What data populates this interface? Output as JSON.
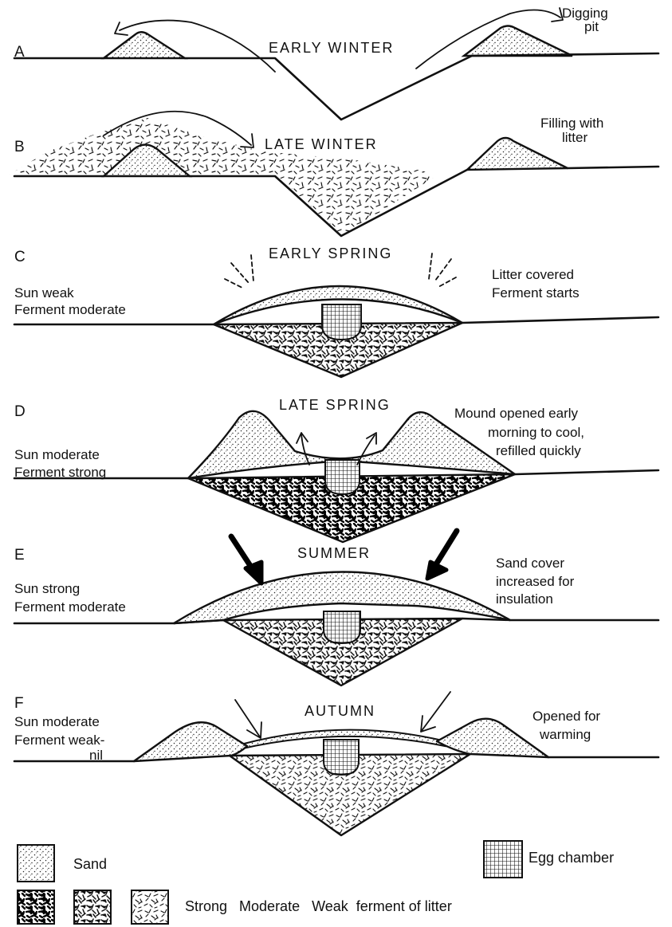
{
  "panels": [
    {
      "letter": "A",
      "title": "EARLY WINTER",
      "left_note": [],
      "right_note": [
        "Digging",
        "pit"
      ]
    },
    {
      "letter": "B",
      "title": "LATE WINTER",
      "left_note": [],
      "right_note": [
        "Filling with",
        "litter"
      ]
    },
    {
      "letter": "C",
      "title": "EARLY SPRING",
      "left_note": [
        "Sun weak",
        "Ferment moderate"
      ],
      "right_note": [
        "Litter covered",
        "Ferment starts"
      ]
    },
    {
      "letter": "D",
      "title": "LATE SPRING",
      "left_note": [
        "Sun moderate",
        "Ferment strong"
      ],
      "right_note": [
        "Mound opened early",
        "morning to cool,",
        "refilled quickly"
      ]
    },
    {
      "letter": "E",
      "title": "SUMMER",
      "left_note": [
        "Sun strong",
        "Ferment moderate"
      ],
      "right_note": [
        "Sand cover",
        "increased for",
        "insulation"
      ]
    },
    {
      "letter": "F",
      "title": "AUTUMN",
      "left_note": [
        "Sun moderate",
        "Ferment weak-",
        "nil"
      ],
      "right_note": [
        "Opened for",
        "warming"
      ]
    }
  ],
  "legend": {
    "sand": "Sand",
    "egg_chamber": "Egg chamber",
    "ferment": "Strong   Moderate   Weak  ferment of litter"
  }
}
